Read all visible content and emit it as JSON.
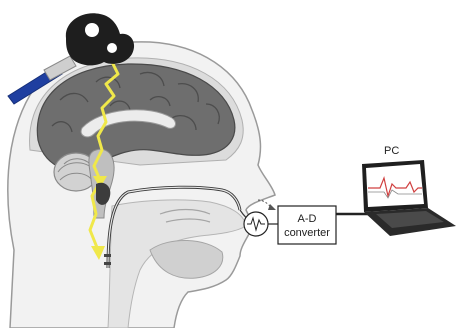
{
  "labels": {
    "pc": "PC",
    "converter_line1": "A-D",
    "converter_line2": "converter"
  },
  "colors": {
    "brain": "#6b6b6b",
    "brain_dark": "#4a4a4a",
    "skin": "#ececec",
    "tissue": "#cfcfcf",
    "stimulus_arrow": "#f0e84a",
    "coil": "#1e1e1e",
    "coil_handle": "#1f3fa0",
    "line": "#222222"
  },
  "icons": {
    "stimulation_coil": "figure-eight-coil-icon",
    "amplifier": "amplifier-waveform-icon",
    "laptop": "laptop-icon"
  }
}
